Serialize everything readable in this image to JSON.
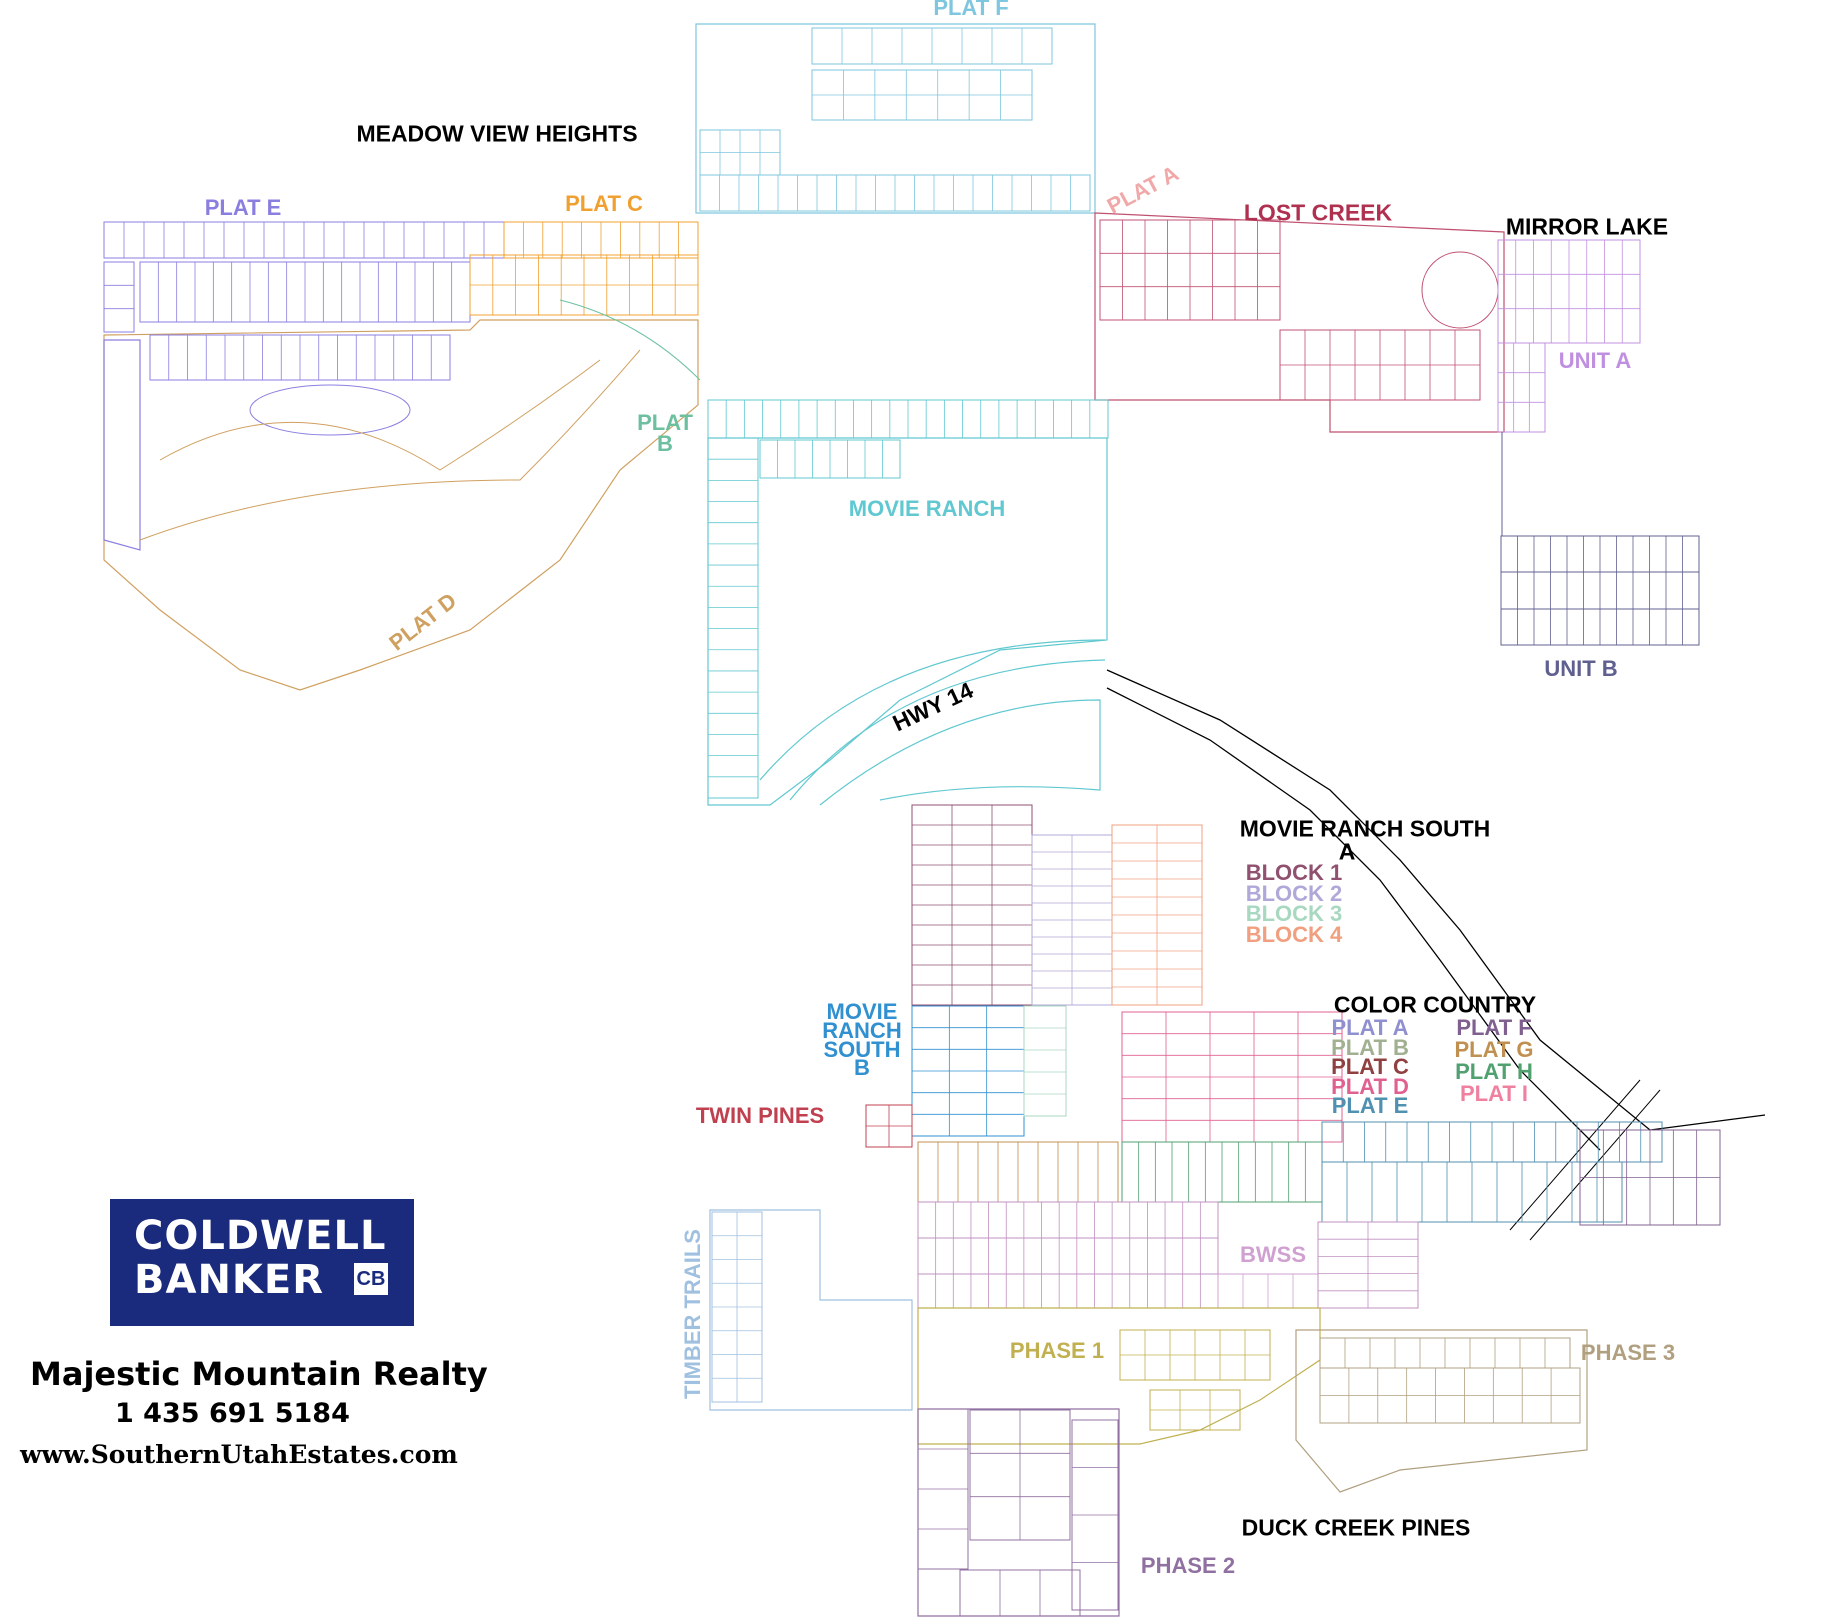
{
  "labels": {
    "plat_f_top": {
      "text": "PLAT F",
      "color": "#7fc6df"
    },
    "meadow_view_heights": {
      "text": "MEADOW VIEW HEIGHTS",
      "color": "#000000"
    },
    "plat_e": {
      "text": "PLAT E",
      "color": "#8a7fe0"
    },
    "plat_c": {
      "text": "PLAT C",
      "color": "#f0a030"
    },
    "plat_a": {
      "text": "PLAT A",
      "color": "#f0a8a8"
    },
    "lost_creek": {
      "text": "LOST CREEK",
      "color": "#b03050"
    },
    "mirror_lake": {
      "text": "MIRROR LAKE",
      "color": "#000000"
    },
    "unit_a": {
      "text": "UNIT A",
      "color": "#c090e0"
    },
    "plat_b_1": {
      "text": "PLAT",
      "color": "#6cc0a0"
    },
    "plat_b_2": {
      "text": "B",
      "color": "#6cc0a0"
    },
    "movie_ranch": {
      "text": "MOVIE RANCH",
      "color": "#60c8d0"
    },
    "plat_d": {
      "text": "PLAT D",
      "color": "#d0a060"
    },
    "unit_b": {
      "text": "UNIT B",
      "color": "#606090"
    },
    "hwy_14": {
      "text": "HWY 14",
      "color": "#000000"
    },
    "movie_ranch_south": {
      "text": "MOVIE RANCH SOUTH",
      "color": "#000000"
    },
    "movie_ranch_south_a": {
      "text": "A",
      "color": "#000000"
    },
    "mrs_b_1": {
      "text": "MOVIE",
      "color": "#3090d0"
    },
    "mrs_b_2": {
      "text": "RANCH",
      "color": "#3090d0"
    },
    "mrs_b_3": {
      "text": "SOUTH",
      "color": "#3090d0"
    },
    "mrs_b_4": {
      "text": "B",
      "color": "#3090d0"
    },
    "twin_pines": {
      "text": "TWIN PINES",
      "color": "#c04050"
    },
    "timber_trails": {
      "text": "TIMBER TRAILS",
      "color": "#a0c0e0"
    },
    "color_country": {
      "text": "COLOR COUNTRY",
      "color": "#000000"
    },
    "bwss": {
      "text": "BWSS",
      "color": "#d0a0d0"
    },
    "phase_1": {
      "text": "PHASE 1",
      "color": "#c0b050"
    },
    "phase_2": {
      "text": "PHASE 2",
      "color": "#9070a0"
    },
    "phase_3": {
      "text": "PHASE 3",
      "color": "#b0a080"
    },
    "duck_creek_pines": {
      "text": "DUCK CREEK PINES",
      "color": "#000000"
    }
  },
  "blocks_legend": [
    {
      "text": "BLOCK 1",
      "color": "#905070"
    },
    {
      "text": "BLOCK 2",
      "color": "#b0a8d8"
    },
    {
      "text": "BLOCK 3",
      "color": "#a8d8c0"
    },
    {
      "text": "BLOCK 4",
      "color": "#f0a080"
    }
  ],
  "color_country_legend": [
    {
      "text": "PLAT A",
      "color": "#9090d0"
    },
    {
      "text": "PLAT B",
      "color": "#a0b090"
    },
    {
      "text": "PLAT C",
      "color": "#904040"
    },
    {
      "text": "PLAT D",
      "color": "#e06090"
    },
    {
      "text": "PLAT E",
      "color": "#5090b0"
    },
    {
      "text": "PLAT F",
      "color": "#806090"
    },
    {
      "text": "PLAT G",
      "color": "#c09050"
    },
    {
      "text": "PLAT H",
      "color": "#50a070"
    },
    {
      "text": "PLAT I",
      "color": "#f080a0"
    }
  ],
  "company": {
    "logo_line1": "COLDWELL",
    "logo_line2": "BANKER",
    "logo_mark": "CB",
    "name": "Majestic Mountain Realty",
    "phone": "1 435 691 5184",
    "website": "www.SouthernUtahEstates.com"
  }
}
